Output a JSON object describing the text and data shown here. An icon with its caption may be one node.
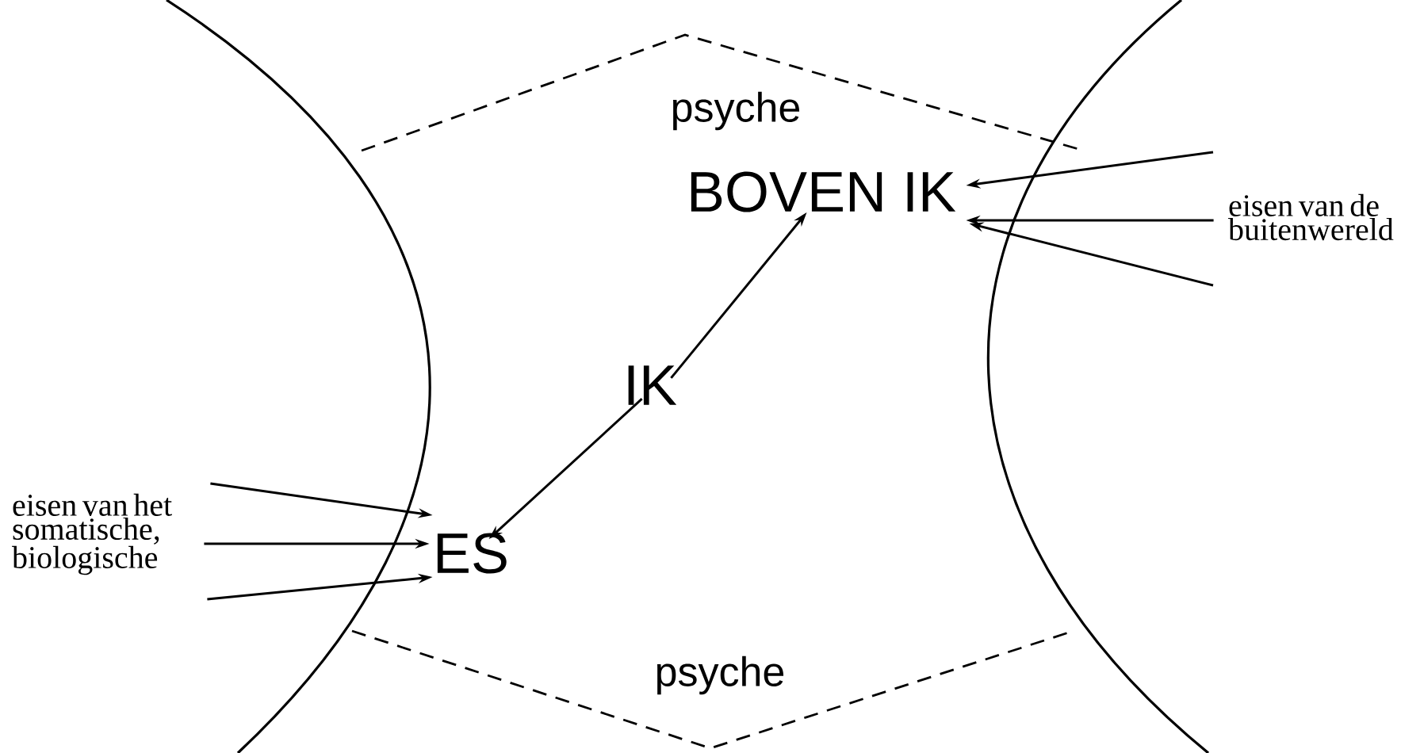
{
  "diagram": {
    "nodes": [
      {
        "text": [
          "BOVEN IK"
        ]
      },
      {
        "text": [
          "IK"
        ]
      },
      {
        "text": [
          "ES"
        ]
      },
      {
        "text": [
          "eisen van de buitenwereld"
        ]
      },
      {
        "text": [
          "eisen van het somatische, biologische"
        ]
      }
    ],
    "edges": [
      {
        "from": 1,
        "to": 0,
        "arrow": "to"
      },
      {
        "from": 1,
        "to": 2,
        "arrow": "to"
      },
      {
        "from": null,
        "to": 0,
        "arrow": "to"
      },
      {
        "from": 3,
        "to": 0,
        "arrow": "to"
      },
      {
        "from": null,
        "to": 0,
        "arrow": "to"
      },
      {
        "from": 4,
        "to": 2,
        "arrow": "to"
      },
      {
        "from": 4,
        "to": 2,
        "arrow": "to"
      },
      {
        "from": 4,
        "to": 2,
        "arrow": "to"
      }
    ],
    "labels": [
      "psyche",
      "psyche"
    ]
  }
}
